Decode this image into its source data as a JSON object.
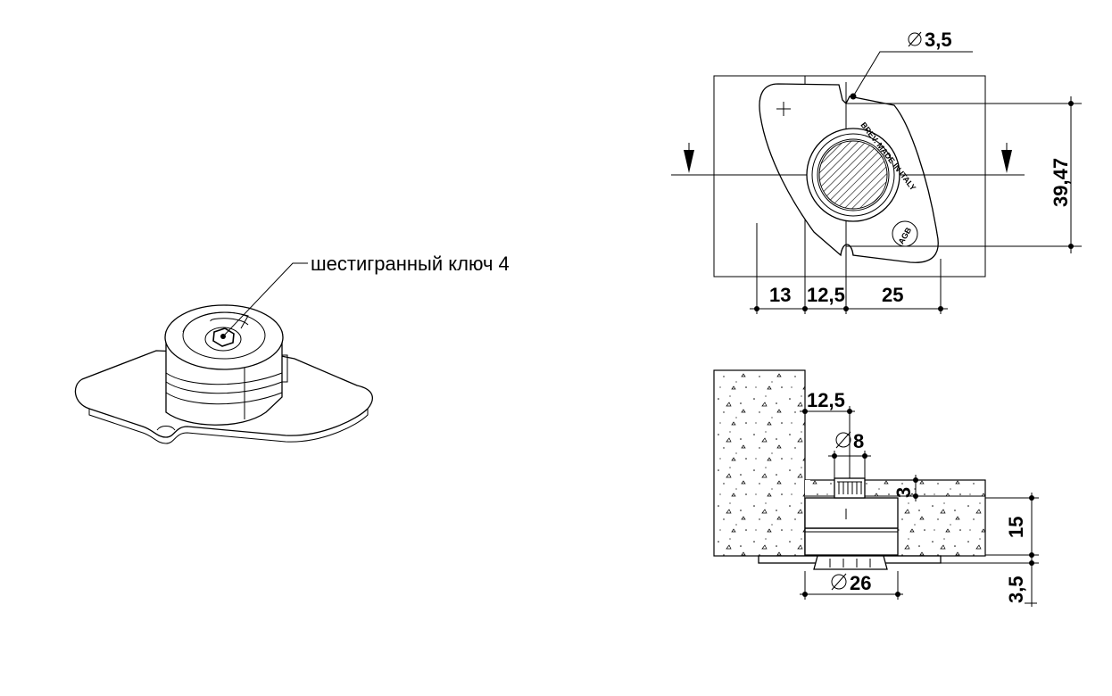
{
  "callout": {
    "hex_key_label": "шестигранный ключ 4"
  },
  "top_view": {
    "hole_diameter": "3,5",
    "height_dim": "39,47",
    "offset_left": "13",
    "offset_middle": "12,5",
    "offset_right": "25",
    "imprint_text": "BREV. MADE IN ITALY",
    "brand_mark": "AGB"
  },
  "section_view": {
    "offset_top": "12,5",
    "pin_diameter": "8",
    "thread_height": "3",
    "body_height": "15",
    "base_height": "3,5",
    "body_diameter": "26"
  },
  "colors": {
    "line": "#000000",
    "background": "#ffffff"
  }
}
